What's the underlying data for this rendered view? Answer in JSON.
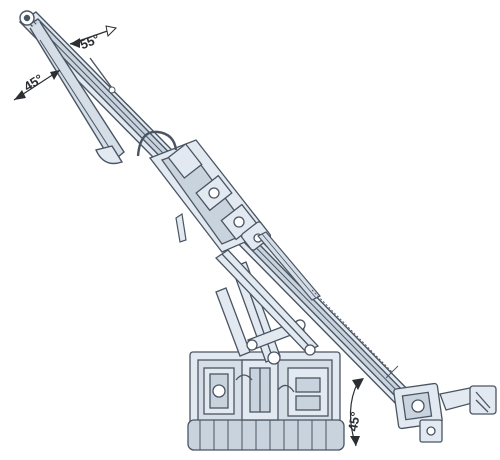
{
  "figure": {
    "type": "drilling-rig-line-drawing",
    "line_color": "#4a5563",
    "fill_color": "#e3e9f0",
    "shade_color": "#c9d3de",
    "accent_color": "#a9b6c6",
    "annotation_color": "#2b2f33"
  },
  "angles": {
    "mast_top_left": "45°",
    "mast_top_right": "55°",
    "base_tilt": "45°"
  },
  "arrows": {
    "left": "double-arrow",
    "right": "double-arrow",
    "base": "arc-arrow"
  }
}
